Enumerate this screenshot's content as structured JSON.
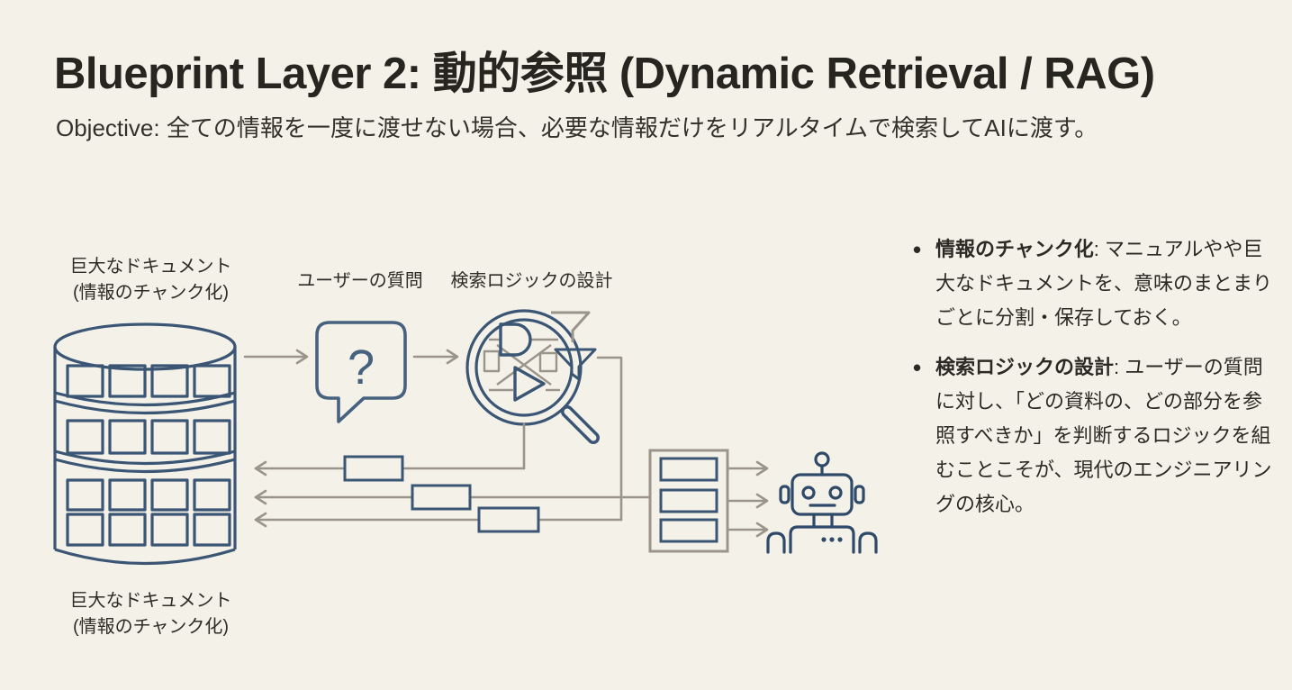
{
  "page": {
    "title": "Blueprint Layer 2: 動的参照 (Dynamic Retrieval / RAG)",
    "objective": "Objective: 全ての情報を一度に渡せない場合、必要な情報だけをリアルタイムで検索してAIに渡す。"
  },
  "diagram": {
    "labels": {
      "source_top": {
        "line1": "巨大なドキュメント",
        "line2": "(情報のチャンク化)"
      },
      "user_question": "ユーザーの質問",
      "search_logic": "検索ロジックの設計",
      "source_bottom": {
        "line1": "巨大なドキュメント",
        "line2": "(情報のチャンク化)"
      }
    },
    "question_mark": "?",
    "icons": [
      "database-icon",
      "speech-bubble-icon",
      "magnifier-logic-icon",
      "funnel-icon",
      "chunk-stack-icon",
      "robot-icon"
    ]
  },
  "bullets": [
    {
      "term": "情報のチャンク化",
      "desc": ": マニュアルやや巨大なドキュメントを、意味のまとまりごとに分割・保存しておく。"
    },
    {
      "term": "検索ロジックの設計",
      "desc": ": ユーザーの質問に対し、「どの資料の、どの部分を参照すべきか」を判断するロジックを組むことこそが、現代のエンジニアリングの核心。"
    }
  ],
  "colors": {
    "background": "#f4f1e9",
    "ink": "#272520",
    "diagram_blue": "#3a5674",
    "diagram_gray": "#9a948a"
  }
}
